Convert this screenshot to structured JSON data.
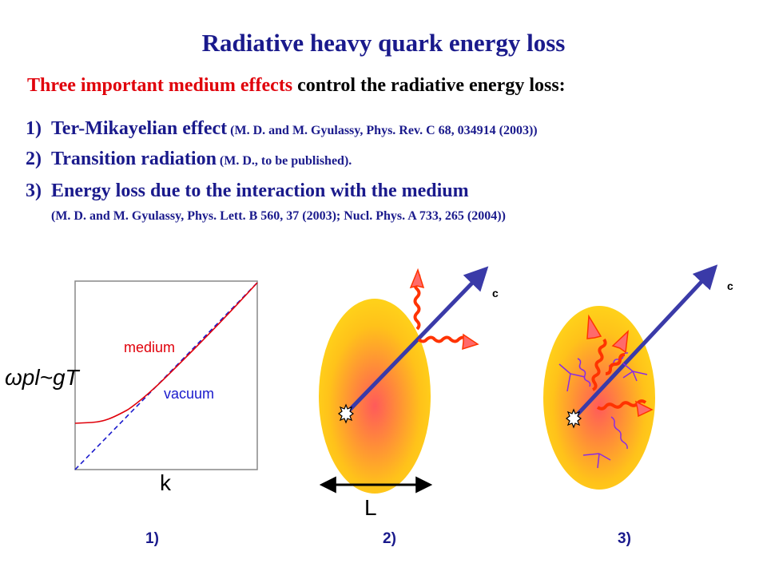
{
  "title": "Radiative heavy quark energy loss",
  "subtitle": {
    "highlight": "Three important medium effects",
    "rest": " control the radiative energy loss:"
  },
  "items": [
    {
      "number": "1)",
      "text": "Ter-Mikayelian effect",
      "ref": " (M. D. and M. Gyulassy, Phys. Rev. C 68, 034914 (2003))"
    },
    {
      "number": "2)",
      "text": "Transition radiation",
      "ref": " (M. D., to be published)."
    },
    {
      "number": "3)",
      "text": "Energy loss due to the interaction with the medium",
      "ref": ""
    }
  ],
  "item3_ref": "(M. D. and M. Gyulassy, Phys. Lett. B 560, 37 (2003); Nucl. Phys. A 733, 265 (2004))",
  "plot": {
    "ylabel": "ωpl~gT",
    "xlabel": "k",
    "medium_label": "medium",
    "vacuum_label": "vacuum",
    "medium_color": "#e0000a",
    "vacuum_color": "#1a1acc"
  },
  "diagram2": {
    "quark_label": "c",
    "length_label": "L"
  },
  "diagram3": {
    "quark_label": "c"
  },
  "panel_labels": [
    "1)",
    "2)",
    "3)"
  ],
  "colors": {
    "title": "#1a1a8c",
    "highlight": "#e0000a",
    "quark_track": "#3a3aa8",
    "gluon": "#ff3300",
    "scattering_center": "#8a2be2",
    "medium_outer": "#ffd21a",
    "medium_inner": "#ff5a5a"
  }
}
